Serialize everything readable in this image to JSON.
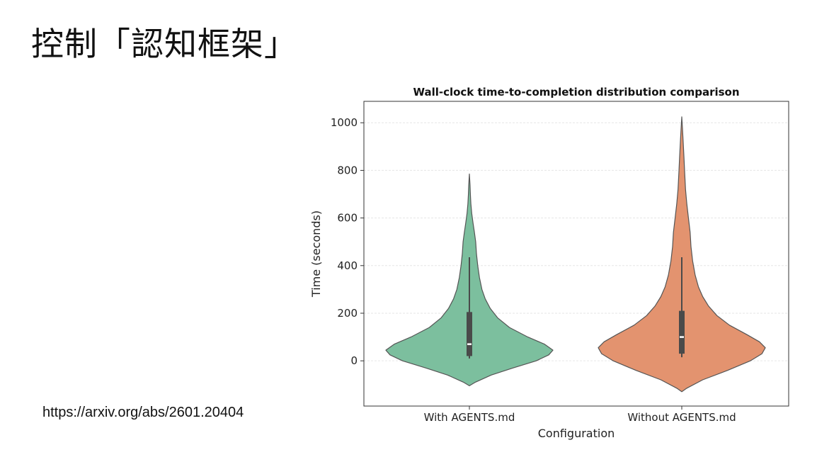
{
  "slide": {
    "title": "控制「認知框架」",
    "source_url": "https://arxiv.org/abs/2601.20404"
  },
  "chart_data": {
    "type": "violin",
    "title": "Wall-clock time-to-completion distribution comparison",
    "xlabel": "Configuration",
    "ylabel": "Time (seconds)",
    "categories": [
      "With AGENTS.md",
      "Without AGENTS.md"
    ],
    "ylim": [
      -190,
      1090
    ],
    "yticks": [
      0,
      200,
      400,
      600,
      800,
      1000
    ],
    "grid": true,
    "series": [
      {
        "category": "With AGENTS.md",
        "color": "#7cbf9e",
        "min": 10,
        "q1": 20,
        "median": 70,
        "q3": 205,
        "whisker_high": 435,
        "density": [
          [
            -105,
            0.0
          ],
          [
            -90,
            0.07
          ],
          [
            -60,
            0.26
          ],
          [
            -30,
            0.52
          ],
          [
            0,
            0.8
          ],
          [
            25,
            0.95
          ],
          [
            45,
            1.0
          ],
          [
            70,
            0.9
          ],
          [
            100,
            0.7
          ],
          [
            140,
            0.48
          ],
          [
            180,
            0.34
          ],
          [
            220,
            0.25
          ],
          [
            260,
            0.19
          ],
          [
            300,
            0.15
          ],
          [
            350,
            0.12
          ],
          [
            400,
            0.1
          ],
          [
            450,
            0.085
          ],
          [
            500,
            0.075
          ],
          [
            540,
            0.06
          ],
          [
            580,
            0.043
          ],
          [
            620,
            0.028
          ],
          [
            660,
            0.018
          ],
          [
            700,
            0.012
          ],
          [
            740,
            0.008
          ],
          [
            785,
            0.0
          ]
        ]
      },
      {
        "category": "Without AGENTS.md",
        "color": "#e3936f",
        "min": 15,
        "q1": 30,
        "median": 100,
        "q3": 210,
        "whisker_high": 435,
        "density": [
          [
            -130,
            0.0
          ],
          [
            -115,
            0.06
          ],
          [
            -80,
            0.25
          ],
          [
            -40,
            0.55
          ],
          [
            0,
            0.82
          ],
          [
            30,
            0.96
          ],
          [
            55,
            1.0
          ],
          [
            80,
            0.93
          ],
          [
            110,
            0.78
          ],
          [
            150,
            0.57
          ],
          [
            190,
            0.42
          ],
          [
            230,
            0.32
          ],
          [
            270,
            0.25
          ],
          [
            310,
            0.2
          ],
          [
            360,
            0.16
          ],
          [
            420,
            0.13
          ],
          [
            480,
            0.11
          ],
          [
            540,
            0.1
          ],
          [
            600,
            0.08
          ],
          [
            660,
            0.06
          ],
          [
            720,
            0.045
          ],
          [
            790,
            0.035
          ],
          [
            860,
            0.025
          ],
          [
            930,
            0.015
          ],
          [
            980,
            0.008
          ],
          [
            1025,
            0.0
          ]
        ]
      }
    ]
  }
}
